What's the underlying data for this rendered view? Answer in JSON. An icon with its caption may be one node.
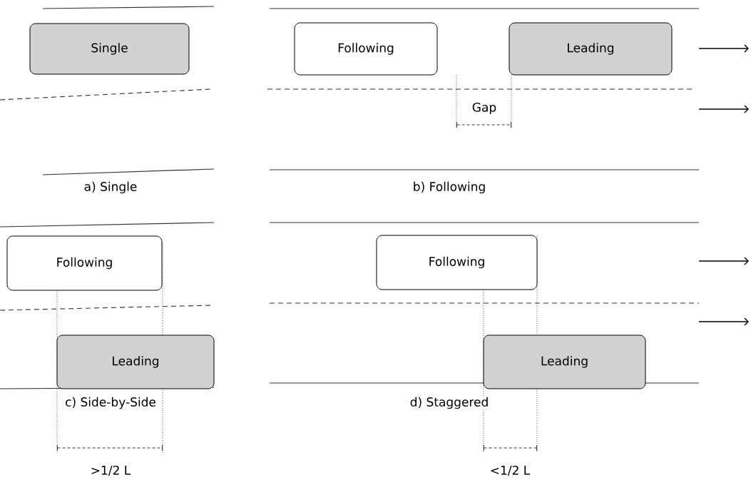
{
  "diagram": {
    "nodes": [
      {
        "text": [
          "Single"
        ]
      },
      {
        "text": [
          "Following"
        ]
      },
      {
        "text": [
          "Leading"
        ]
      },
      {
        "text": [
          "Following"
        ]
      },
      {
        "text": [
          "Leading"
        ]
      },
      {
        "text": [
          "Following"
        ]
      },
      {
        "text": [
          "Leading"
        ]
      }
    ],
    "labels": [
      "a) Single",
      "Gap",
      "b) Following",
      "c) Side-by-Side",
      "d) Staggered",
      ">1/2 L",
      "<1/2 L"
    ]
  }
}
